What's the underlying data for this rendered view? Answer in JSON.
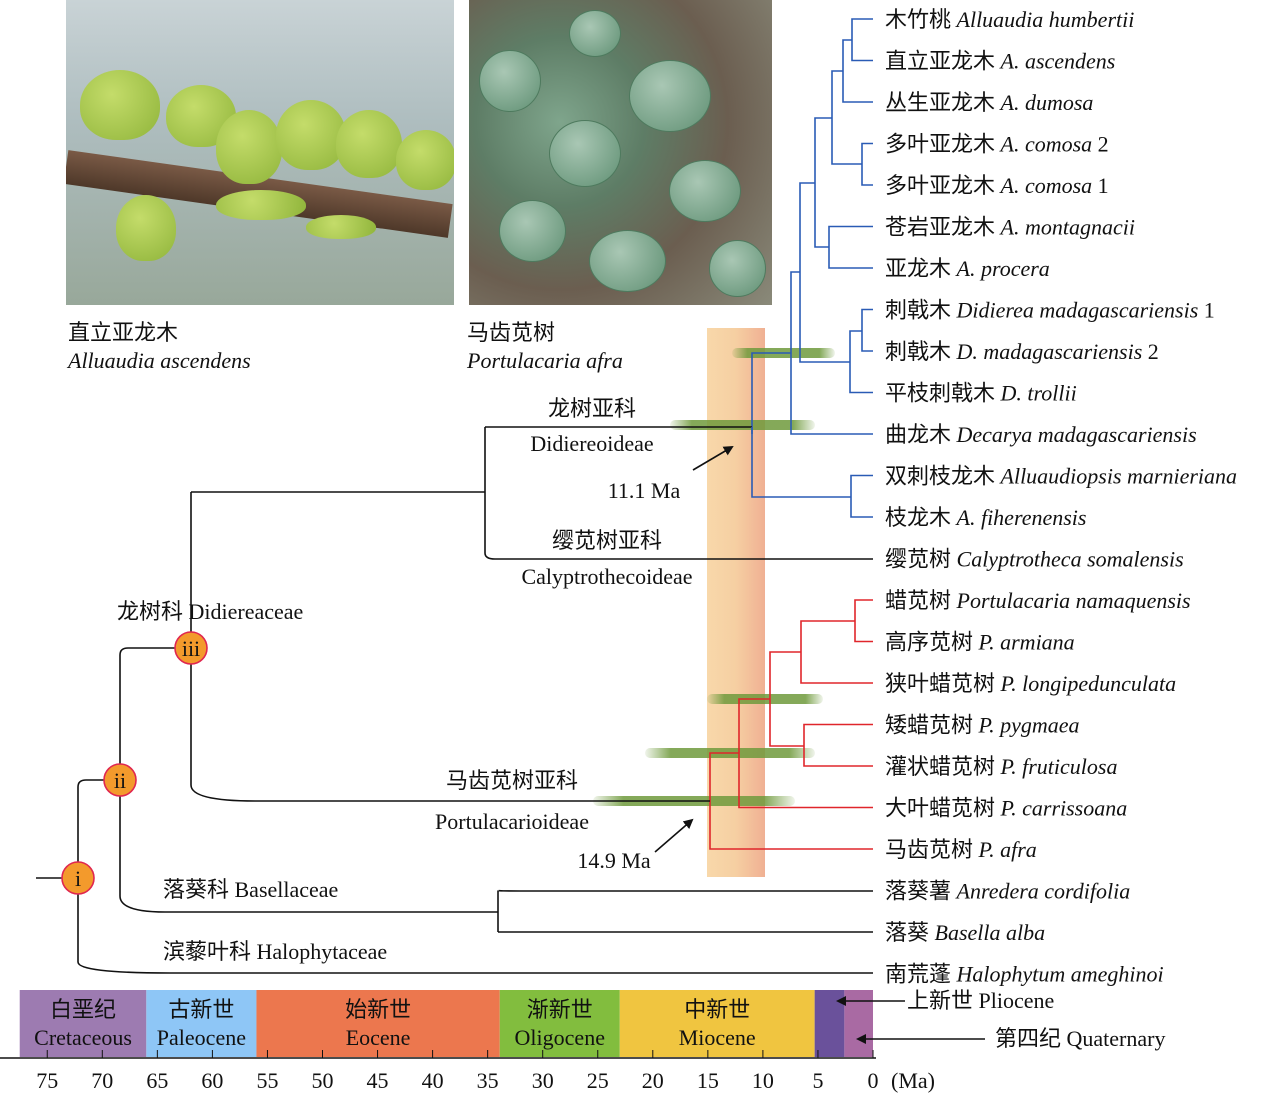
{
  "photos": [
    {
      "cn": "直立亚龙木",
      "sci": "Alluaudia ascendens"
    },
    {
      "cn": "马齿苋树",
      "sci": "Portulacaria afra"
    }
  ],
  "clades": {
    "didiereoideae_cn": "龙树亚科",
    "didiereoideae": "Didiereoideae",
    "calyptrothecoideae_cn": "缨苋树亚科",
    "calyptrothecoideae": "Calyptrothecoideae",
    "didiereaceae": "龙树科 Didiereaceae",
    "portulacarioideae_cn": "马齿苋树亚科",
    "portulacarioideae": "Portulacarioideae",
    "basellaceae": "落葵科 Basellaceae",
    "halophytaceae": "滨藜叶科 Halophytaceae"
  },
  "ages": {
    "didiereoideae_crown": "11.1 Ma",
    "portulacarioideae_crown": "14.9 Ma"
  },
  "nodes": [
    "i",
    "ii",
    "iii"
  ],
  "species": [
    {
      "cn": "木竹桃",
      "sci": "Alluaudia humbertii",
      "suffix": "",
      "clade": "blue"
    },
    {
      "cn": "直立亚龙木",
      "sci": "A. ascendens",
      "suffix": "",
      "clade": "blue"
    },
    {
      "cn": "丛生亚龙木",
      "sci": "A. dumosa",
      "suffix": "",
      "clade": "blue"
    },
    {
      "cn": "多叶亚龙木",
      "sci": "A. comosa",
      "suffix": " 2",
      "clade": "blue"
    },
    {
      "cn": "多叶亚龙木",
      "sci": "A. comosa",
      "suffix": " 1",
      "clade": "blue"
    },
    {
      "cn": "苍岩亚龙木",
      "sci": "A. montagnacii",
      "suffix": "",
      "clade": "blue"
    },
    {
      "cn": "亚龙木",
      "sci": "A. procera",
      "suffix": "",
      "clade": "blue"
    },
    {
      "cn": "刺戟木",
      "sci": "Didierea madagascariensis",
      "suffix": " 1",
      "clade": "blue"
    },
    {
      "cn": "刺戟木",
      "sci": "D. madagascariensis",
      "suffix": " 2",
      "clade": "blue"
    },
    {
      "cn": "平枝刺戟木",
      "sci": "D. trollii",
      "suffix": "",
      "clade": "blue"
    },
    {
      "cn": "曲龙木",
      "sci": "Decarya madagascariensis",
      "suffix": "",
      "clade": "blue"
    },
    {
      "cn": "双刺枝龙木",
      "sci": "Alluaudiopsis marnieriana",
      "suffix": "",
      "clade": "blue"
    },
    {
      "cn": "枝龙木",
      "sci": "A. fiherenensis",
      "suffix": "",
      "clade": "blue"
    },
    {
      "cn": "缨苋树",
      "sci": "Calyptrotheca somalensis",
      "suffix": "",
      "clade": "black"
    },
    {
      "cn": "蜡苋树",
      "sci": "Portulacaria namaquensis",
      "suffix": "",
      "clade": "red"
    },
    {
      "cn": "高序苋树",
      "sci": "P. armiana",
      "suffix": "",
      "clade": "red"
    },
    {
      "cn": "狭叶蜡苋树",
      "sci": "P. longipedunculata",
      "suffix": "",
      "clade": "red"
    },
    {
      "cn": "矮蜡苋树",
      "sci": "P. pygmaea",
      "suffix": "",
      "clade": "red"
    },
    {
      "cn": "灌状蜡苋树",
      "sci": "P. fruticulosa",
      "suffix": "",
      "clade": "red"
    },
    {
      "cn": "大叶蜡苋树",
      "sci": "P. carrissoana",
      "suffix": "",
      "clade": "red"
    },
    {
      "cn": "马齿苋树",
      "sci": "P. afra",
      "suffix": "",
      "clade": "red"
    },
    {
      "cn": "落葵薯",
      "sci": "Anredera cordifolia",
      "suffix": "",
      "clade": "black"
    },
    {
      "cn": "落葵",
      "sci": "Basella alba",
      "suffix": "",
      "clade": "black"
    },
    {
      "cn": "南荒蓬",
      "sci": "Halophytum ameghinoi",
      "suffix": "",
      "clade": "black"
    }
  ],
  "timescale": {
    "periods": [
      {
        "cn": "白垩纪",
        "en": "Cretaceous",
        "start": 77.5,
        "end": 66,
        "color": "#9d7bb1"
      },
      {
        "cn": "古新世",
        "en": "Paleocene",
        "start": 66,
        "end": 56,
        "color": "#8ec6f6"
      },
      {
        "cn": "始新世",
        "en": "Eocene",
        "start": 56,
        "end": 33.9,
        "color": "#ec774e"
      },
      {
        "cn": "渐新世",
        "en": "Oligocene",
        "start": 33.9,
        "end": 23,
        "color": "#82bd3e"
      },
      {
        "cn": "中新世",
        "en": "Miocene",
        "start": 23,
        "end": 5.3,
        "color": "#f0c540"
      },
      {
        "start": 5.3,
        "end": 2.6,
        "color": "#6a519b"
      },
      {
        "start": 2.6,
        "end": 0,
        "color": "#a96aa3"
      }
    ],
    "pliocene_label": "上新世 Pliocene",
    "quaternary_label": "第四纪 Quaternary",
    "ticks": [
      "75",
      "70",
      "65",
      "60",
      "55",
      "50",
      "45",
      "40",
      "35",
      "30",
      "25",
      "20",
      "15",
      "10",
      "5",
      "0"
    ],
    "unit": "(Ma)"
  },
  "colors": {
    "blue": "#2a5bb5",
    "red": "#e0262b",
    "black": "#111111",
    "node_fill": "#f39a2c",
    "node_stroke": "#e0264f",
    "band": "#f5c9a0",
    "ci": "#6f9a3c"
  }
}
